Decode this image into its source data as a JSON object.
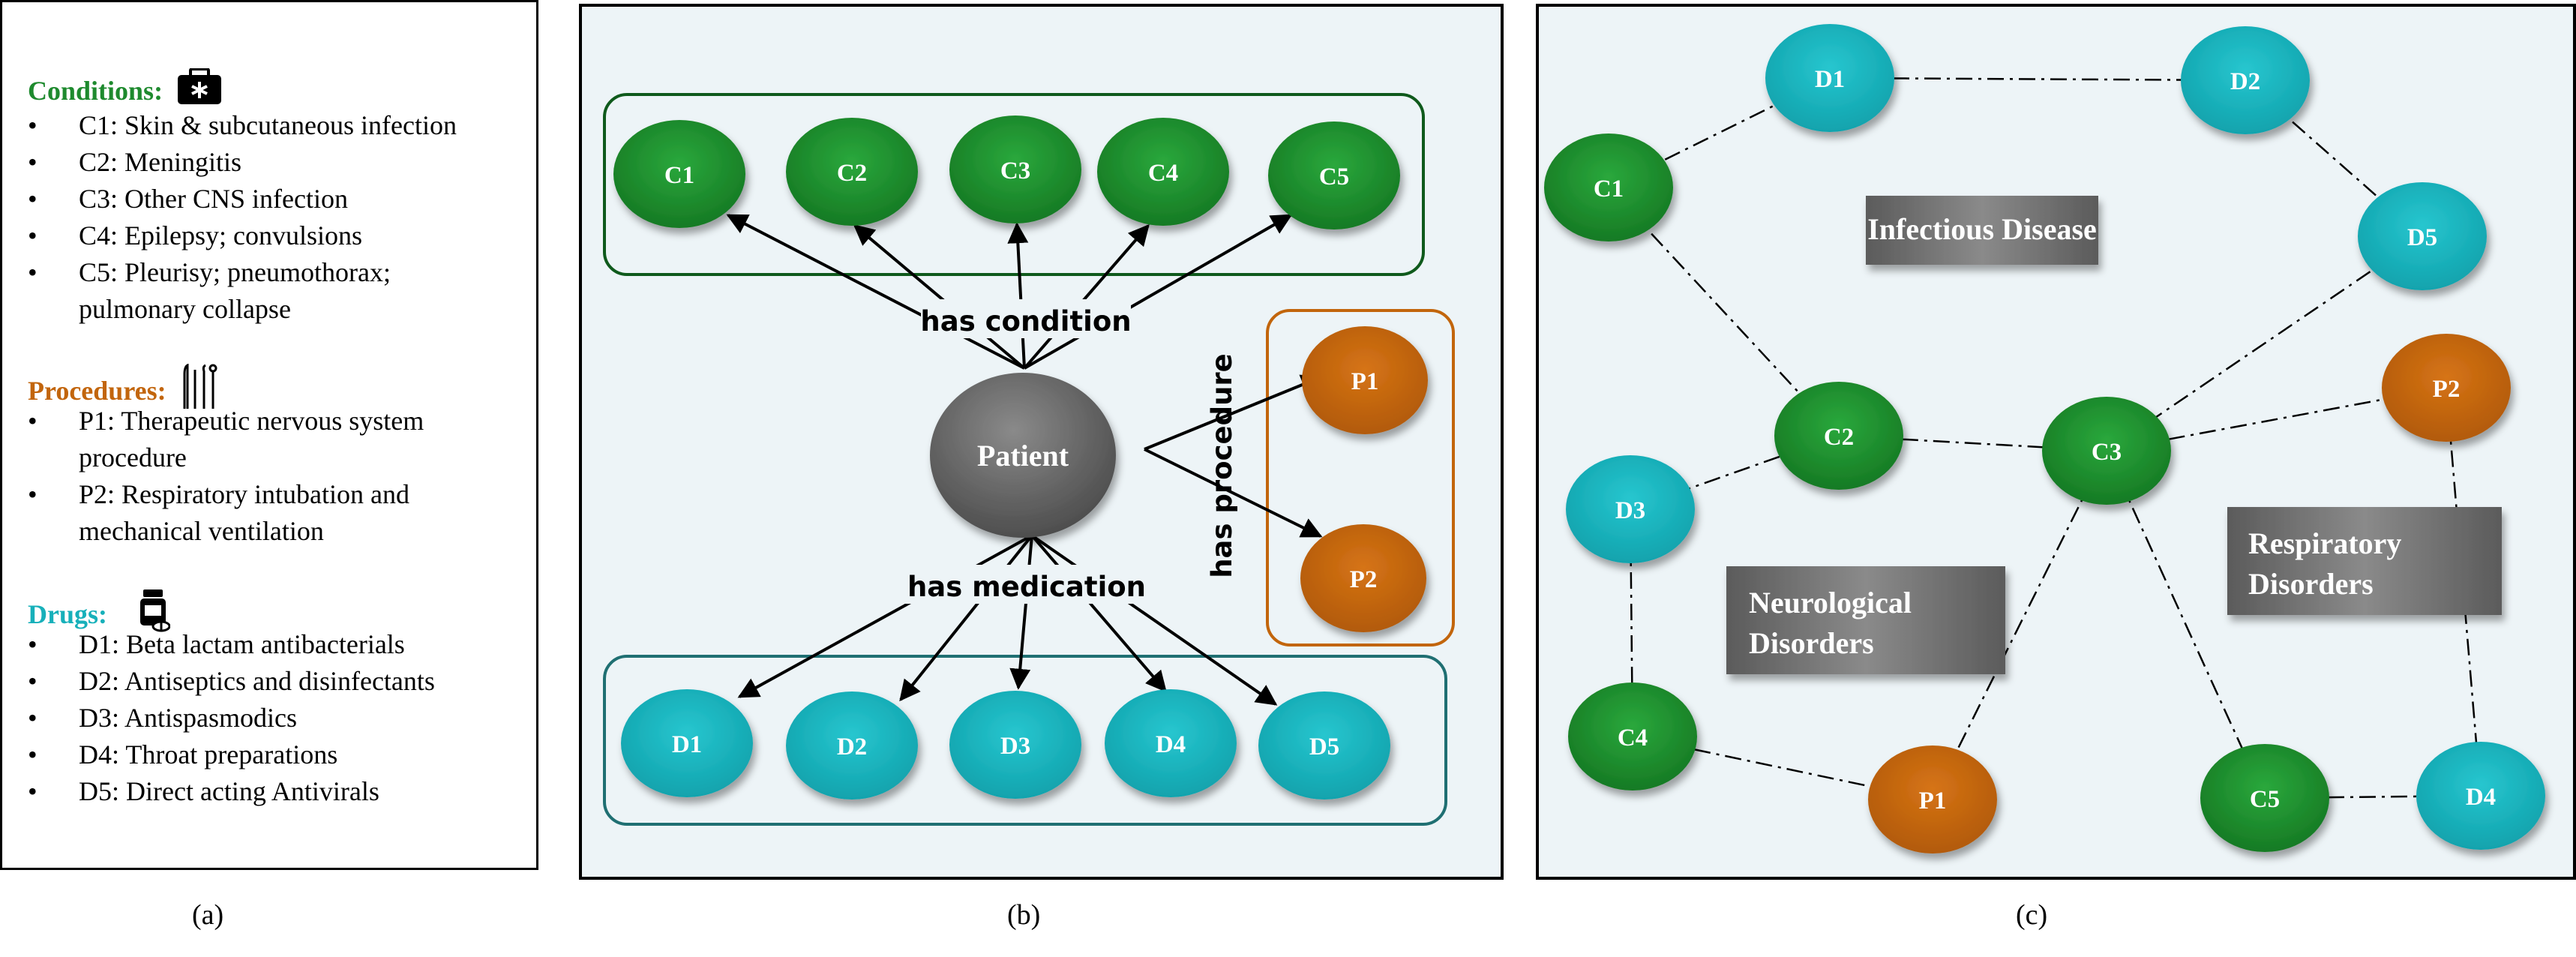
{
  "colors": {
    "condition": "#1e8a2e",
    "procedure": "#c2650c",
    "drug": "#17b0ba",
    "patient": "#666666",
    "cluster_box": "#6b6b6b",
    "panel_bg": "#edf4f7"
  },
  "panel_a": {
    "conditions": {
      "title": "Conditions:",
      "icon": "medical-kit-icon",
      "items": [
        "C1: Skin & subcutaneous infection",
        "C2: Meningitis",
        "C3: Other CNS infection",
        "C4: Epilepsy; convulsions",
        "C5: Pleurisy; pneumothorax; pulmonary collapse"
      ]
    },
    "procedures": {
      "title": "Procedures:",
      "icon": "surgical-tools-icon",
      "items": [
        "P1: Therapeutic nervous system procedure",
        "P2: Respiratory intubation and mechanical ventilation"
      ]
    },
    "drugs": {
      "title": "Drugs:",
      "icon": "pill-bottle-icon",
      "items": [
        "D1: Beta lactam antibacterials",
        "D2: Antiseptics and disinfectants",
        "D3: Antispasmodics",
        "D4: Throat preparations",
        "D5: Direct acting Antivirals"
      ]
    }
  },
  "panel_b": {
    "patient": "Patient",
    "rel_condition": "has condition",
    "rel_procedure": "has procedure",
    "rel_medication": "has medication",
    "conditions": [
      "C1",
      "C2",
      "C3",
      "C4",
      "C5"
    ],
    "procedures": [
      "P1",
      "P2"
    ],
    "drugs": [
      "D1",
      "D2",
      "D3",
      "D4",
      "D5"
    ]
  },
  "panel_c": {
    "clusters": {
      "infectious": "Infectious Disease",
      "neuro_1": "Neurological",
      "neuro_2": "Disorders",
      "resp_1": "Respiratory",
      "resp_2": "Disorders"
    },
    "nodes": {
      "D1": "D1",
      "D2": "D2",
      "D5": "D5",
      "C1": "C1",
      "C2": "C2",
      "C3": "C3",
      "P2": "P2",
      "D3": "D3",
      "C4": "C4",
      "P1": "P1",
      "C5": "C5",
      "D4": "D4"
    }
  },
  "captions": {
    "a": "(a)",
    "b": "(b)",
    "c": "(c)"
  }
}
